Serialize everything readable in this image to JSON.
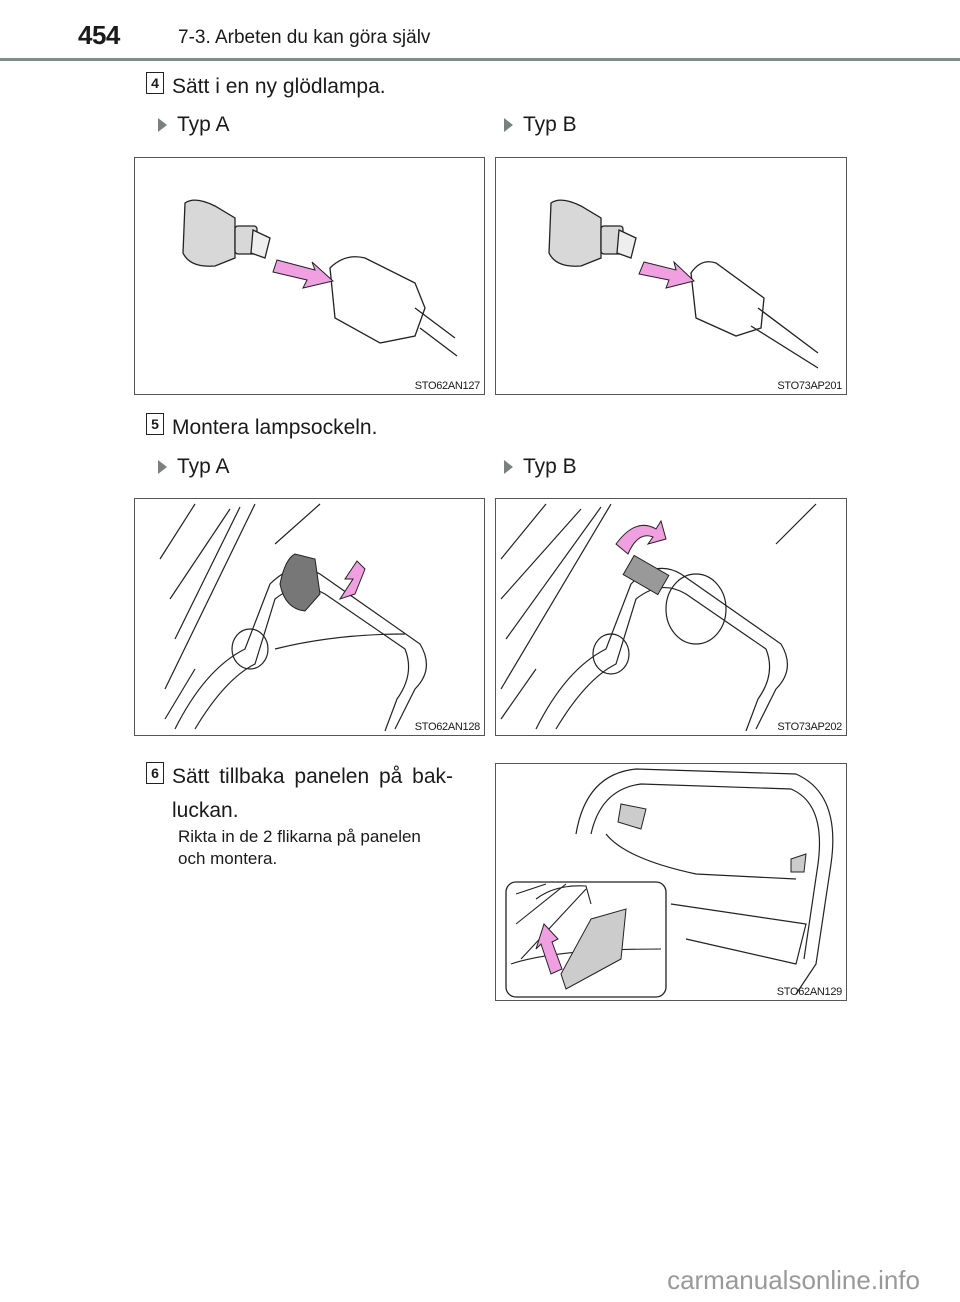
{
  "header": {
    "page_number": "454",
    "section_title": "7-3. Arbeten du kan göra själv"
  },
  "steps": [
    {
      "number": "4",
      "title": "Sätt i en ny glödlampa.",
      "figures": [
        {
          "label": "Typ A",
          "code": "STO62AN127"
        },
        {
          "label": "Typ B",
          "code": "STO73AP201"
        }
      ]
    },
    {
      "number": "5",
      "title": "Montera lampsockeln.",
      "figures": [
        {
          "label": "Typ A",
          "code": "STO62AN128"
        },
        {
          "label": "Typ B",
          "code": "STO73AP202"
        }
      ]
    },
    {
      "number": "6",
      "title_line1": "Sätt tillbaka panelen på bak-",
      "title_line2": "luckan.",
      "body_line1": "Rikta in de 2 flikarna på panelen",
      "body_line2": "och montera.",
      "figure": {
        "code": "STO62AN129"
      }
    }
  ],
  "footer": {
    "watermark": "carmanualsonline.info"
  },
  "colors": {
    "accent_arrow": "#f0a0e0",
    "rule": "#7f8f88",
    "part_fill": "#d8d8d8"
  }
}
